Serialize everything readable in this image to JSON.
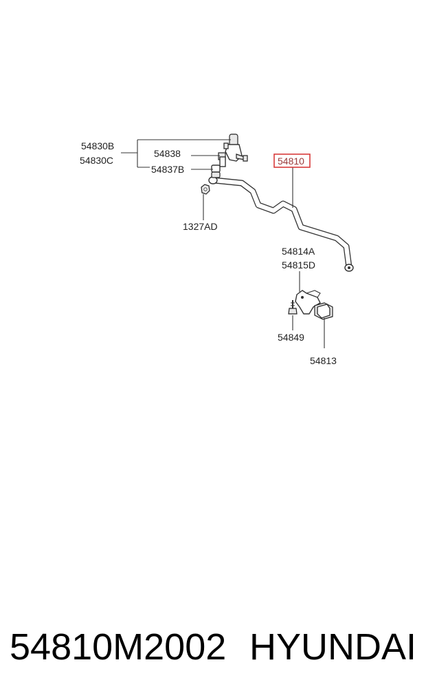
{
  "diagram": {
    "labels": {
      "p54830B": "54830B",
      "p54830C": "54830C",
      "p54838": "54838",
      "p54837B": "54837B",
      "p1327AD": "1327AD",
      "p54810": "54810",
      "p54814A": "54814A",
      "p54815D": "54815D",
      "p54849": "54849",
      "p54813": "54813"
    },
    "highlight_color": "#d93b3b"
  },
  "footer": {
    "part_number": "54810M2002",
    "brand": "HYUNDAI"
  }
}
